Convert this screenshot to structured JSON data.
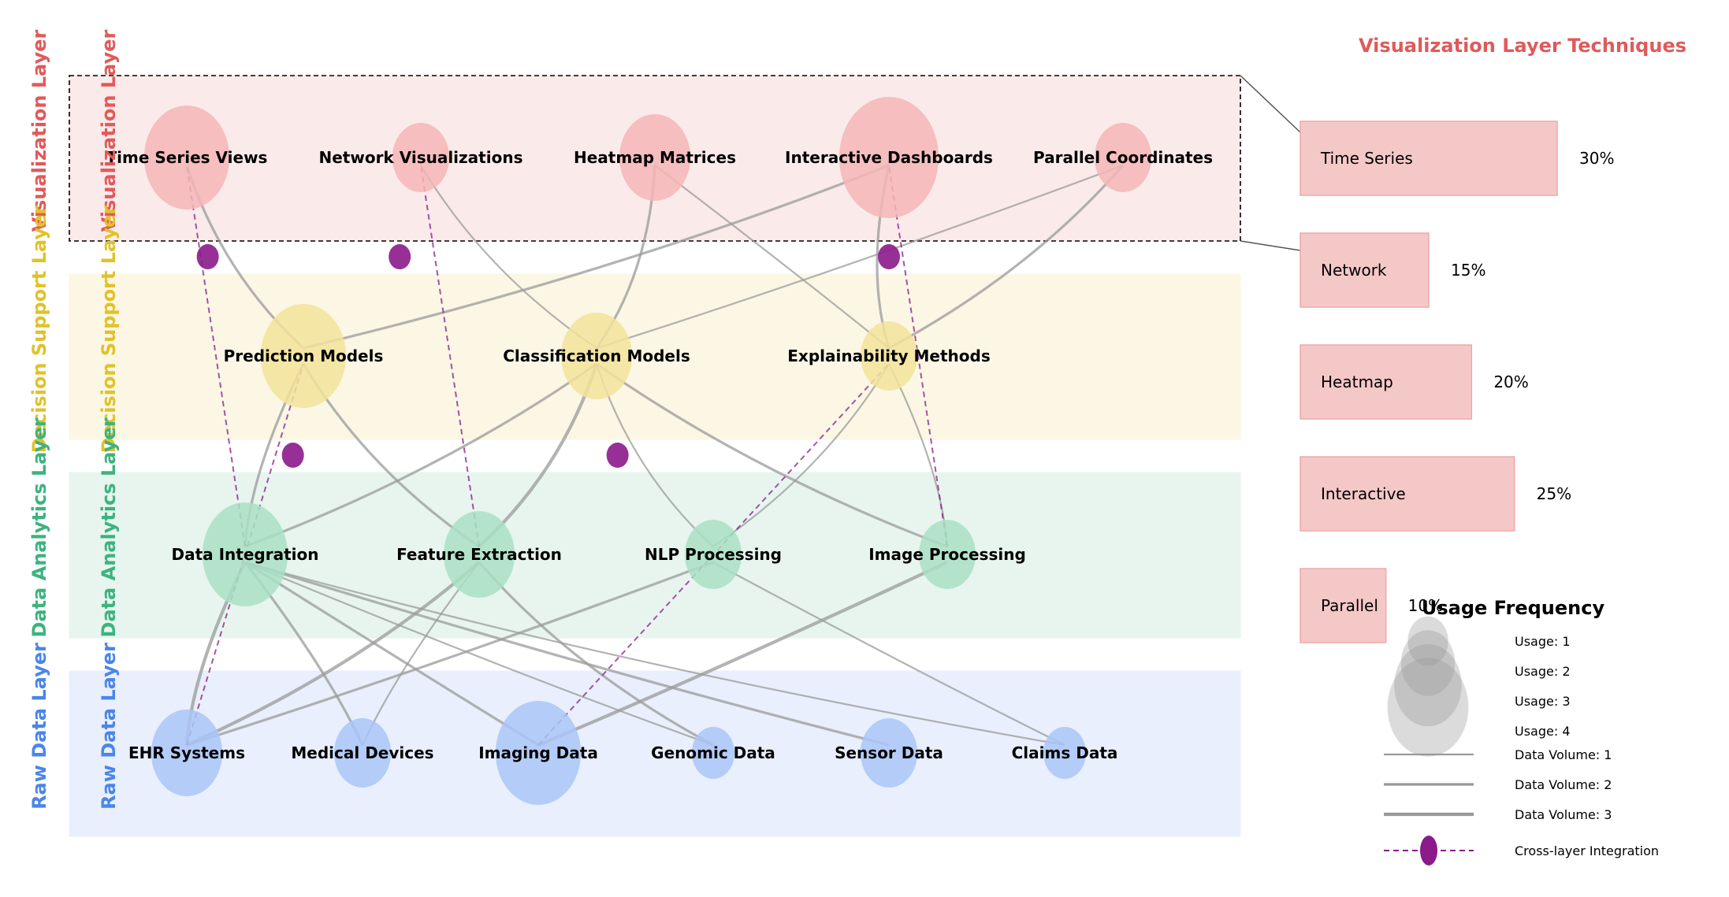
{
  "colors": {
    "viz": "#e05a5a",
    "decision": "#e0c22a",
    "analytics": "#3db37f",
    "raw": "#4a86e8",
    "edge": "#999999",
    "cross": "#8b1a8b"
  },
  "layers": [
    {
      "id": "viz",
      "name": "Visualization Layer",
      "color": "#e05a5a",
      "band": "#fbeaea",
      "node_fill": "#f4b6b6"
    },
    {
      "id": "decision",
      "name": "Decision Support Layer",
      "color": "#e0c22a",
      "band": "#fbf7e4",
      "node_fill": "#f2e39a"
    },
    {
      "id": "analytics",
      "name": "Data Analytics Layer",
      "color": "#3db37f",
      "band": "#e7f5ee",
      "node_fill": "#a9e0c4"
    },
    {
      "id": "raw",
      "name": "Raw Data Layer",
      "color": "#4a86e8",
      "band": "#e9effc",
      "node_fill": "#a9c6f7"
    }
  ],
  "nodes": [
    {
      "id": "tsv",
      "label": "Time Series Views",
      "layer": "viz",
      "usage": 4
    },
    {
      "id": "nv",
      "label": "Network Visualizations",
      "layer": "viz",
      "usage": 2
    },
    {
      "id": "hm",
      "label": "Heatmap Matrices",
      "layer": "viz",
      "usage": 3
    },
    {
      "id": "id",
      "label": "Interactive Dashboards",
      "layer": "viz",
      "usage": 5
    },
    {
      "id": "pc",
      "label": "Parallel Coordinates",
      "layer": "viz",
      "usage": 2
    },
    {
      "id": "pm",
      "label": "Prediction Models",
      "layer": "decision",
      "usage": 4
    },
    {
      "id": "cm",
      "label": "Classification Models",
      "layer": "decision",
      "usage": 3
    },
    {
      "id": "em",
      "label": "Explainability Methods",
      "layer": "decision",
      "usage": 2
    },
    {
      "id": "di",
      "label": "Data Integration",
      "layer": "analytics",
      "usage": 4
    },
    {
      "id": "fe",
      "label": "Feature Extraction",
      "layer": "analytics",
      "usage": 3
    },
    {
      "id": "nlp",
      "label": "NLP Processing",
      "layer": "analytics",
      "usage": 2
    },
    {
      "id": "ip",
      "label": "Image Processing",
      "layer": "analytics",
      "usage": 2
    },
    {
      "id": "ehr",
      "label": "EHR Systems",
      "layer": "raw",
      "usage": 3
    },
    {
      "id": "md",
      "label": "Medical Devices",
      "layer": "raw",
      "usage": 2
    },
    {
      "id": "imd",
      "label": "Imaging Data",
      "layer": "raw",
      "usage": 4
    },
    {
      "id": "gd",
      "label": "Genomic Data",
      "layer": "raw",
      "usage": 1
    },
    {
      "id": "sd",
      "label": "Sensor Data",
      "layer": "raw",
      "usage": 2
    },
    {
      "id": "cd",
      "label": "Claims Data",
      "layer": "raw",
      "usage": 1
    }
  ],
  "edges": [
    {
      "from": "ehr",
      "to": "di",
      "volume": 3
    },
    {
      "from": "ehr",
      "to": "fe",
      "volume": 3
    },
    {
      "from": "ehr",
      "to": "nlp",
      "volume": 2
    },
    {
      "from": "md",
      "to": "di",
      "volume": 2
    },
    {
      "from": "md",
      "to": "fe",
      "volume": 1
    },
    {
      "from": "imd",
      "to": "di",
      "volume": 2
    },
    {
      "from": "imd",
      "to": "ip",
      "volume": 3
    },
    {
      "from": "gd",
      "to": "di",
      "volume": 1
    },
    {
      "from": "gd",
      "to": "fe",
      "volume": 2
    },
    {
      "from": "sd",
      "to": "di",
      "volume": 2
    },
    {
      "from": "cd",
      "to": "di",
      "volume": 1
    },
    {
      "from": "cd",
      "to": "nlp",
      "volume": 1
    },
    {
      "from": "di",
      "to": "pm",
      "volume": 2
    },
    {
      "from": "di",
      "to": "cm",
      "volume": 2
    },
    {
      "from": "fe",
      "to": "pm",
      "volume": 2
    },
    {
      "from": "fe",
      "to": "cm",
      "volume": 3
    },
    {
      "from": "nlp",
      "to": "cm",
      "volume": 1
    },
    {
      "from": "nlp",
      "to": "em",
      "volume": 1
    },
    {
      "from": "ip",
      "to": "cm",
      "volume": 2
    },
    {
      "from": "ip",
      "to": "em",
      "volume": 1
    },
    {
      "from": "pm",
      "to": "tsv",
      "volume": 2
    },
    {
      "from": "pm",
      "to": "id",
      "volume": 2
    },
    {
      "from": "cm",
      "to": "nv",
      "volume": 1
    },
    {
      "from": "cm",
      "to": "hm",
      "volume": 2
    },
    {
      "from": "cm",
      "to": "pc",
      "volume": 1
    },
    {
      "from": "em",
      "to": "hm",
      "volume": 1
    },
    {
      "from": "em",
      "to": "id",
      "volume": 2
    },
    {
      "from": "em",
      "to": "pc",
      "volume": 2
    }
  ],
  "cross_links": [
    {
      "from": "ehr",
      "to": "pm"
    },
    {
      "from": "imd",
      "to": "em"
    },
    {
      "from": "di",
      "to": "tsv"
    },
    {
      "from": "fe",
      "to": "nv"
    },
    {
      "from": "ip",
      "to": "id"
    }
  ],
  "cross_markers": [
    {
      "between": [
        "tsv",
        "pm"
      ]
    },
    {
      "between": [
        "nv",
        "pm"
      ]
    },
    {
      "between": [
        "id",
        "em"
      ]
    },
    {
      "between": [
        "pm",
        "di"
      ]
    },
    {
      "between": [
        "cm",
        "nlp"
      ]
    }
  ],
  "viz_panel": {
    "title": "Visualization Layer Techniques",
    "bars": [
      {
        "label": "Time Series",
        "value": 30,
        "value_label": "30%"
      },
      {
        "label": "Network",
        "value": 15,
        "value_label": "15%"
      },
      {
        "label": "Heatmap",
        "value": 20,
        "value_label": "20%"
      },
      {
        "label": "Interactive",
        "value": 25,
        "value_label": "25%"
      },
      {
        "label": "Parallel",
        "value": 10,
        "value_label": "10%"
      }
    ]
  },
  "legend": {
    "title": "Usage Frequency",
    "usage_items": [
      {
        "label": "Usage: 1",
        "usage": 1
      },
      {
        "label": "Usage: 2",
        "usage": 2
      },
      {
        "label": "Usage: 3",
        "usage": 3
      },
      {
        "label": "Usage: 4",
        "usage": 4
      }
    ],
    "volume_items": [
      {
        "label": "Data Volume: 1",
        "volume": 1
      },
      {
        "label": "Data Volume: 2",
        "volume": 2
      },
      {
        "label": "Data Volume: 3",
        "volume": 3
      }
    ],
    "cross_label": "Cross-layer Integration"
  }
}
